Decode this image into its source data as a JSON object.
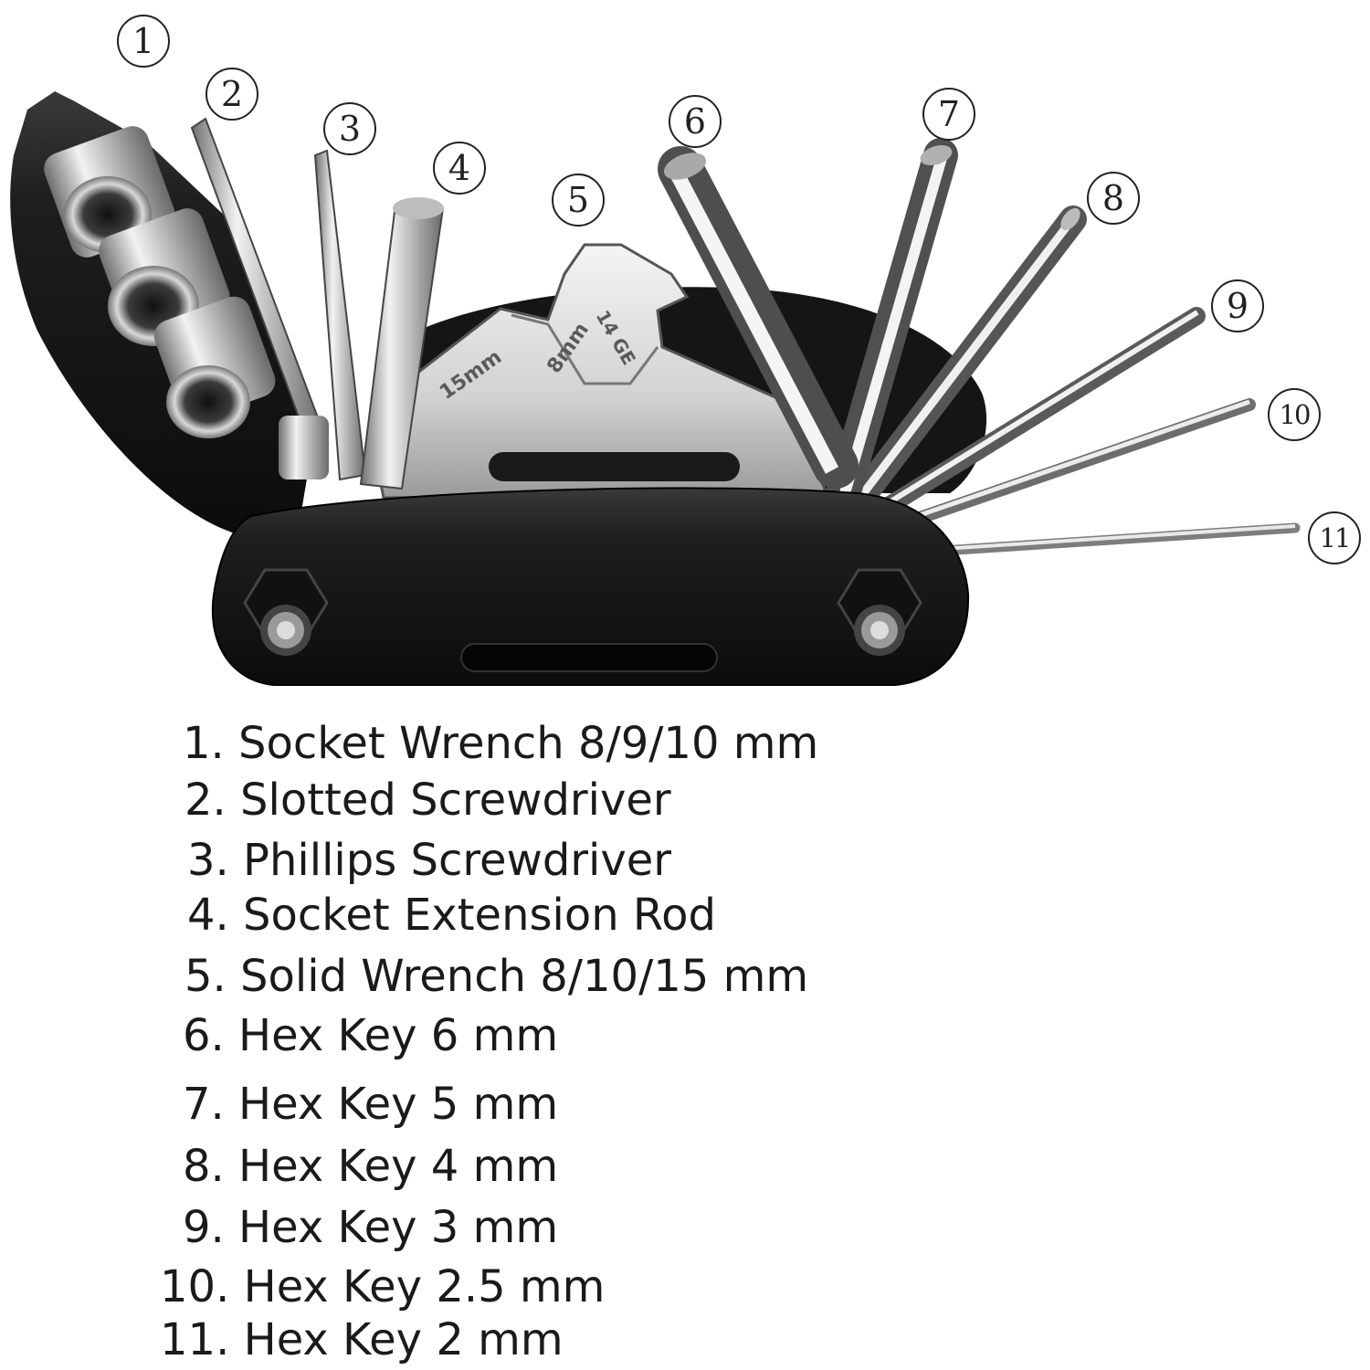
{
  "callouts": [
    "1",
    "2",
    "3",
    "4",
    "5",
    "6",
    "7",
    "8",
    "9",
    "10",
    "11"
  ],
  "wrench_markings": {
    "size_a": "15mm",
    "size_b": "8mm",
    "size_c": "14 GE"
  },
  "legend": [
    "1. Socket Wrench 8/9/10 mm",
    "2. Slotted Screwdriver",
    "3. Phillips Screwdriver",
    "4. Socket Extension Rod",
    "5. Solid Wrench 8/10/15 mm",
    "6. Hex Key 6 mm",
    "7. Hex Key 5 mm",
    "8. Hex Key 4 mm",
    "9. Hex Key 3 mm",
    "10. Hex Key 2.5 mm",
    "11. Hex Key 2 mm"
  ],
  "colors": {
    "body": "#1c1c1c",
    "steel": "#c9c9c9",
    "steel_dark": "#8a8a8a",
    "outline": "#222222"
  },
  "icons": {
    "tool": "bicycle-multi-tool-icon",
    "callout": "numbered-circle-icon"
  }
}
